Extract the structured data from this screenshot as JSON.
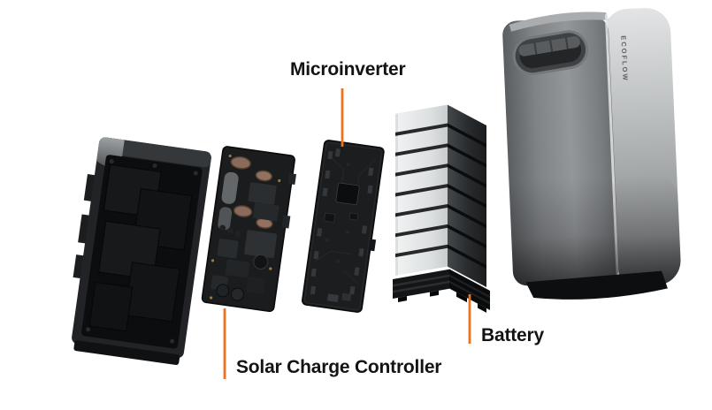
{
  "diagram": {
    "background_color": "#ffffff",
    "accent_color": "#ee7120",
    "label_color": "#131313"
  },
  "annotations": [
    {
      "id": "microinverter",
      "label": "Microinverter"
    },
    {
      "id": "solar-charge-controller",
      "label": "Solar Charge Controller"
    },
    {
      "id": "battery",
      "label": "Battery"
    }
  ],
  "branding": {
    "logo_text": "ECOFLOW"
  }
}
